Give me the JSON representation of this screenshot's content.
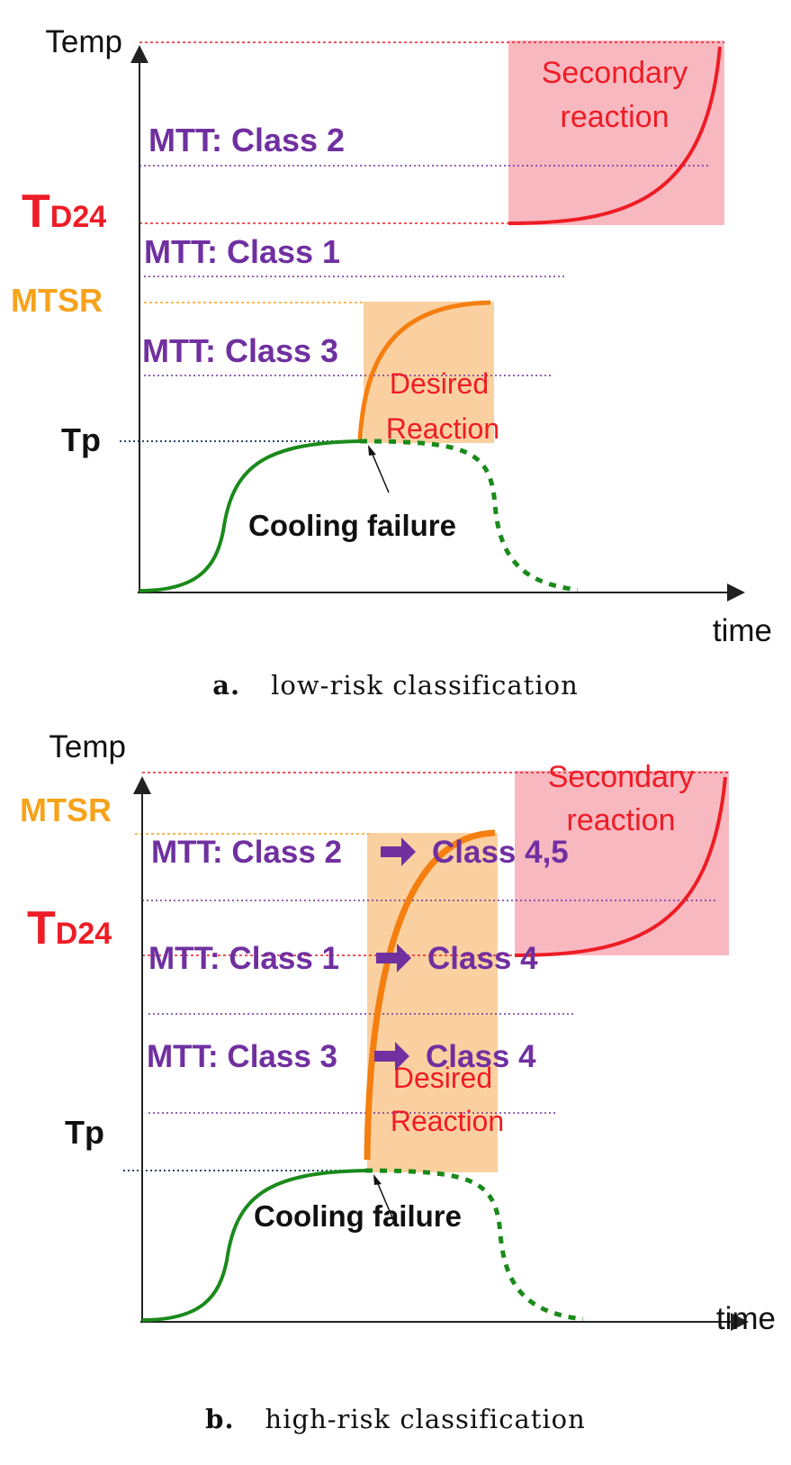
{
  "colors": {
    "red": "#ee1c25",
    "orange": "#f7a21b",
    "orange_curve": "#f47f10",
    "purple": "#7030a0",
    "green": "#1a8a1a",
    "axis": "#222222",
    "pink_box": "#f8b8c0",
    "orange_box": "#fbd0a0",
    "tp_dots": "#2a4a6a"
  },
  "panel_a": {
    "y_axis_label": "Temp",
    "x_axis_label": "time",
    "td24_main": "T",
    "td24_sub": "D24",
    "mtsr_label": "MTSR",
    "tp_label": "Tp",
    "mtt_class2": "MTT: Class 2",
    "mtt_class1": "MTT: Class 1",
    "mtt_class3": "MTT: Class 3",
    "secondary_line1": "Secondary",
    "secondary_line2": "reaction",
    "desired_line1": "Desired",
    "desired_line2": "Reaction",
    "cooling_failure": "Cooling failure",
    "caption_letter": "a.",
    "caption_text": "low-risk classification"
  },
  "panel_b": {
    "y_axis_label": "Temp",
    "x_axis_label": "time",
    "td24_main": "T",
    "td24_sub": "D24",
    "mtsr_label": "MTSR",
    "tp_label": "Tp",
    "mtt_class2": "MTT: Class 2",
    "mtt_class2_to": "Class 4,5",
    "mtt_class1": "MTT: Class 1",
    "mtt_class1_to": "Class 4",
    "mtt_class3": "MTT: Class 3",
    "mtt_class3_to": "Class 4",
    "secondary_line1": "Secondary",
    "secondary_line2": "reaction",
    "desired_line1": "Desired",
    "desired_line2": "Reaction",
    "cooling_failure": "Cooling failure",
    "caption_letter": "b.",
    "caption_text": "high-risk classification"
  }
}
